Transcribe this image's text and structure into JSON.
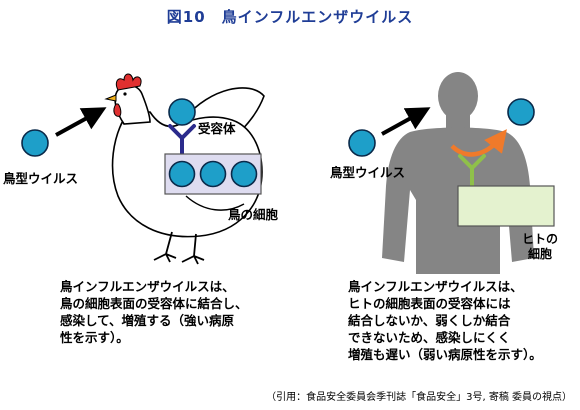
{
  "title": "図10　鳥インフルエンザウイルス",
  "left": {
    "virus_label": "鳥型ウイルス",
    "receptor_label": "受容体",
    "cell_label": "鳥の細胞",
    "description": [
      "鳥インフルエンザウイルスは、",
      "鳥の細胞表面の受容体に結合し、",
      "感染して、増殖する（強い病原",
      "性を示す）。"
    ]
  },
  "right": {
    "virus_label": "鳥型ウイルス",
    "cell_label_line1": "ヒトの",
    "cell_label_line2": "細胞",
    "description": [
      "鳥インフルエンザウイルスは、",
      "ヒトの細胞表面の受容体には",
      "結合しないか、弱くしか結合",
      "できないため、感染しにくく",
      "増殖も遅い（弱い病原性を示す）。"
    ]
  },
  "footer": "（引用：食品安全委員会季刊誌「食品安全」3号, 寄稿 委員の視点）",
  "colors": {
    "title": "#1f3d96",
    "virus": "#1e9fc9",
    "receptor_bird": "#2b2b8c",
    "cell_bird": "#dedcf0",
    "human_silhouette": "#858585",
    "receptor_human": "#8fc04a",
    "cell_human": "#e4f2cf",
    "rebound_arrow": "#f07a2a"
  }
}
